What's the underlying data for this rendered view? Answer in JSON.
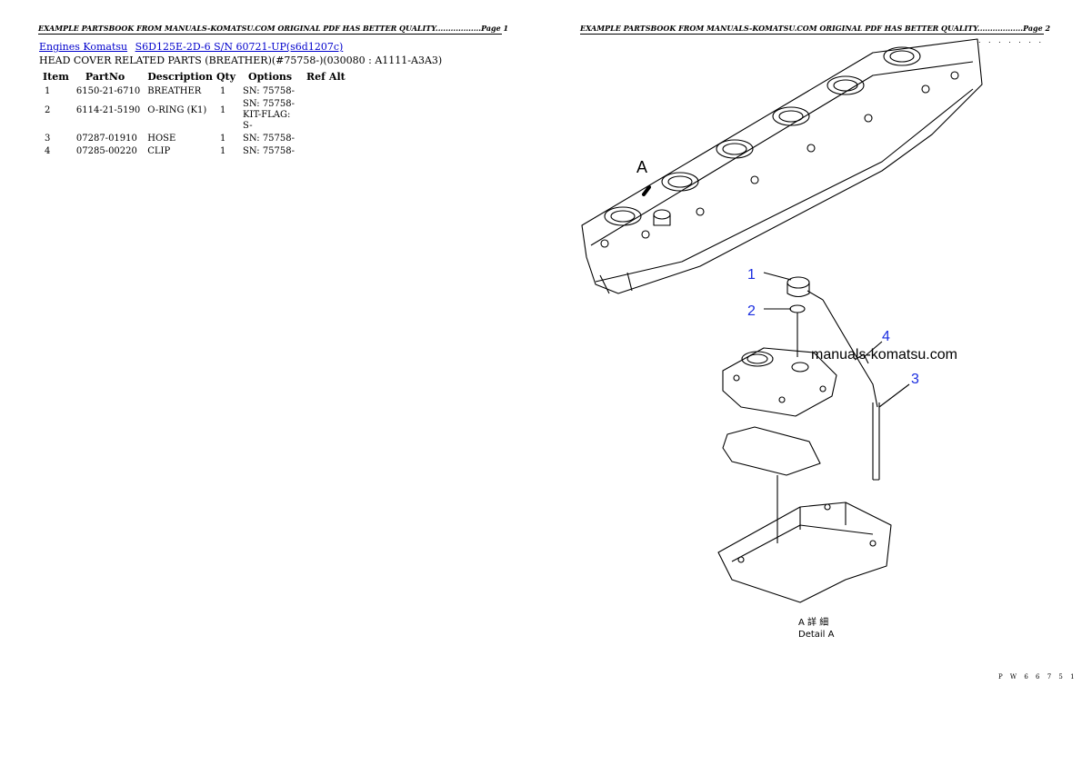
{
  "page1": {
    "header": "EXAMPLE PARTSBOOK FROM MANUALS-KOMATSU.COM ORIGINAL PDF HAS BETTER QUALITY..................Page 1"
  },
  "page2": {
    "header": "EXAMPLE PARTSBOOK FROM MANUALS-KOMATSU.COM ORIGINAL PDF HAS BETTER QUALITY..................Page 2",
    "dots": ". . . . . . .",
    "footer_code": "P W 6 6 7 5 1"
  },
  "breadcrumb": {
    "link1": "Engines Komatsu",
    "link2": "S6D125E-2D-6 S/N 60721-UP(s6d1207c)"
  },
  "subtitle": "HEAD COVER RELATED PARTS (BREATHER)(#75758-)(030080 : A1111-A3A3)",
  "table": {
    "headers": [
      "Item",
      "PartNo",
      "Description",
      "Qty",
      "Options",
      "Ref",
      "Alt"
    ],
    "rows": [
      {
        "item": "1",
        "partno": "6150-21-6710",
        "desc": "BREATHER",
        "qty": "1",
        "options": "SN: 75758-"
      },
      {
        "item": "2",
        "partno": "6114-21-5190",
        "desc": "O-RING (K1)",
        "qty": "1",
        "options": "SN: 75758- KIT-FLAG: S-"
      },
      {
        "item": "3",
        "partno": "07287-01910",
        "desc": "HOSE",
        "qty": "1",
        "options": "SN: 75758-"
      },
      {
        "item": "4",
        "partno": "07285-00220",
        "desc": "CLIP",
        "qty": "1",
        "options": "SN: 75758-"
      }
    ]
  },
  "diagram": {
    "label_a": "A",
    "callouts": [
      "1",
      "2",
      "3",
      "4"
    ],
    "watermark": "manuals-komatsu.com",
    "detail_jp": "A 詳 細",
    "detail_en": "Detail A"
  }
}
